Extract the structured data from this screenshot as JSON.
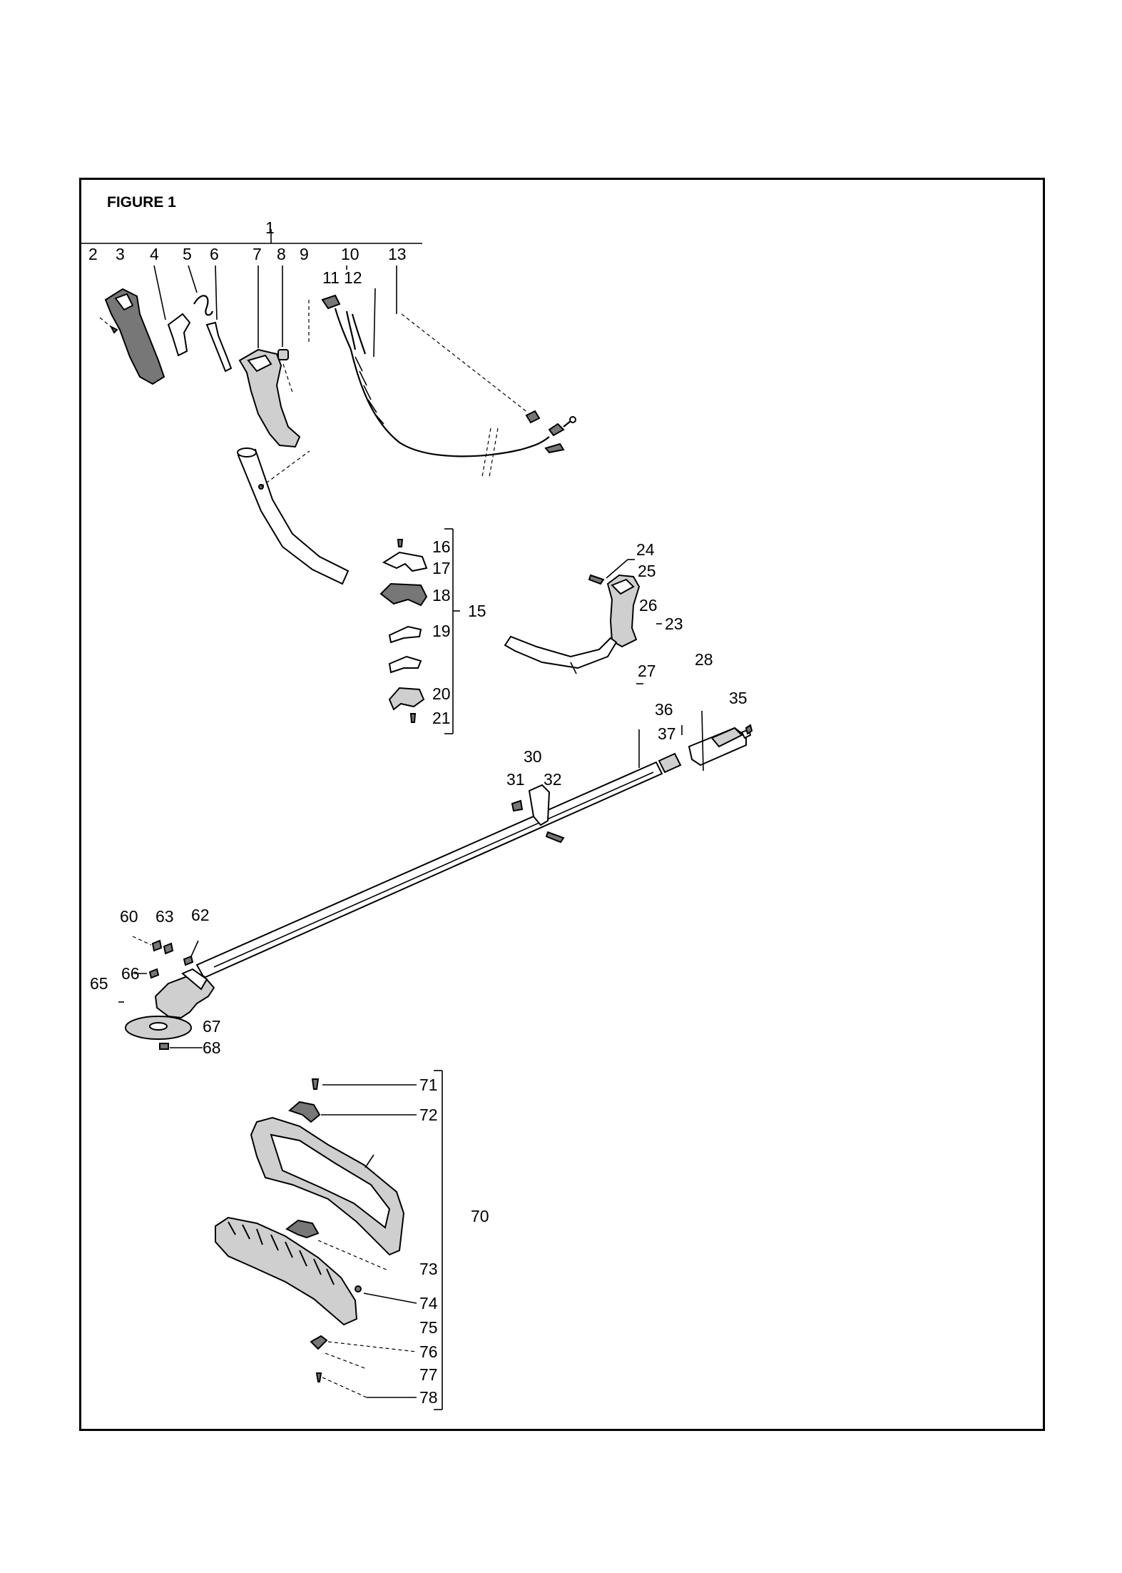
{
  "figure_title": "FIGURE 1",
  "labels": {
    "l1": "1",
    "l2": "2",
    "l3": "3",
    "l4": "4",
    "l5": "5",
    "l6": "6",
    "l7": "7",
    "l8": "8",
    "l9": "9",
    "l10": "10",
    "l11": "11",
    "l12": "12",
    "l13": "13",
    "l15": "15",
    "l16": "16",
    "l17": "17",
    "l18": "18",
    "l19": "19",
    "l20": "20",
    "l21": "21",
    "l23": "23",
    "l24": "24",
    "l25": "25",
    "l26": "26",
    "l27": "27",
    "l28": "28",
    "l30": "30",
    "l31": "31",
    "l32": "32",
    "l35": "35",
    "l36": "36",
    "l37": "37",
    "l60": "60",
    "l62": "62",
    "l63": "63",
    "l65": "65",
    "l66": "66",
    "l67": "67",
    "l68": "68",
    "l70": "70",
    "l71": "71",
    "l72": "72",
    "l73": "73",
    "l74": "74",
    "l75": "75",
    "l76": "76",
    "l77": "77",
    "l78": "78"
  }
}
